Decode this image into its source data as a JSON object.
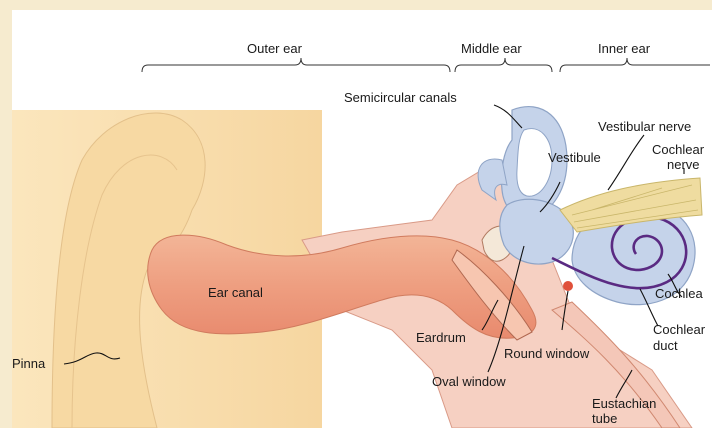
{
  "regions": {
    "outer": "Outer ear",
    "middle": "Middle ear",
    "inner": "Inner ear"
  },
  "labels": {
    "semicircular_canals": "Semicircular canals",
    "vestibular_nerve": "Vestibular nerve",
    "vestibule": "Vestibule",
    "cochlear_nerve_1": "Cochlear",
    "cochlear_nerve_2": "nerve",
    "ear_canal": "Ear canal",
    "cochlea": "Cochlea",
    "cochlear_duct_1": "Cochlear",
    "cochlear_duct_2": "duct",
    "eardrum": "Eardrum",
    "round_window": "Round window",
    "pinna": "Pinna",
    "oval_window": "Oval window",
    "eustachian_1": "Eustachian",
    "eustachian_2": "tube"
  },
  "colors": {
    "page_background": "#f6ebcf",
    "skin": "#f9dcaa",
    "ear_canal": "#f0a485",
    "bone": "#f4c7b8",
    "inner_ear": "#c5d3ea",
    "nerve": "#efdca0",
    "cochlear_duct": "#5a2a82",
    "window": "#e0503a"
  }
}
